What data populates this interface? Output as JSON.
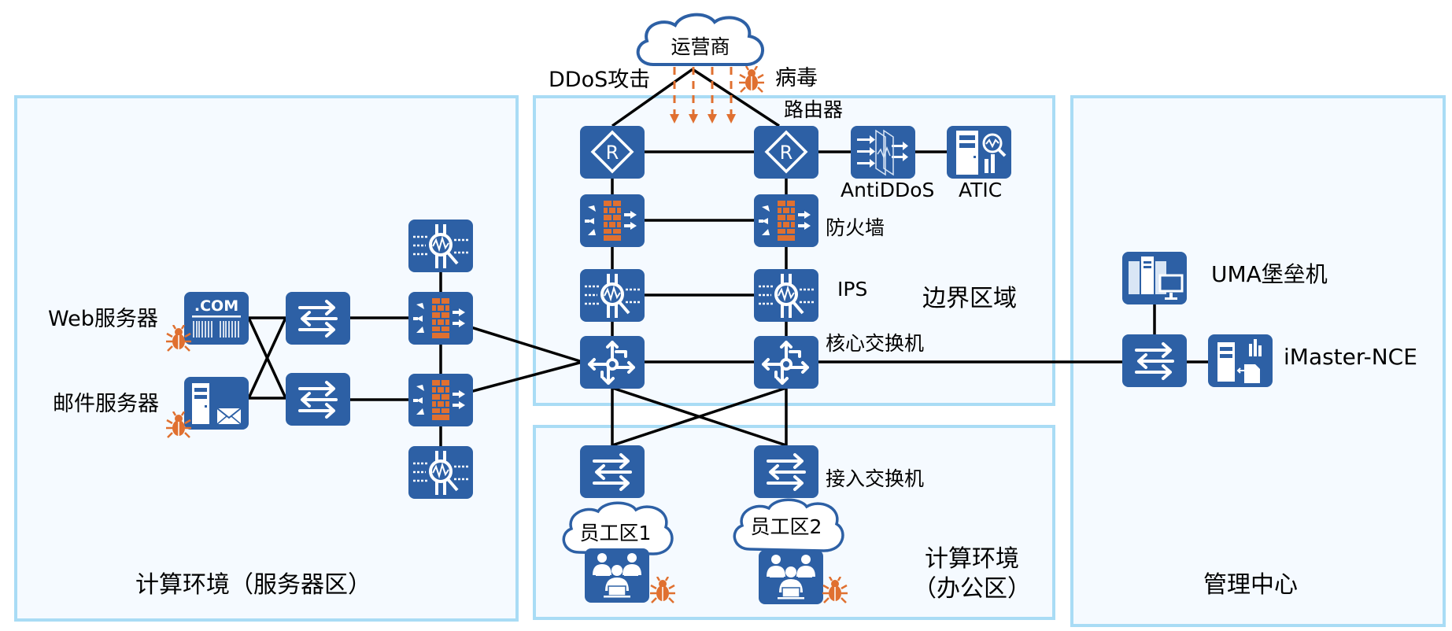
{
  "zones": {
    "server": {
      "label": "计算环境（服务器区）"
    },
    "border": {
      "label": "边界区域"
    },
    "office": {
      "label_line1": "计算环境",
      "label_line2": "（办公区）"
    },
    "management": {
      "label": "管理中心"
    }
  },
  "clouds": {
    "isp": "运营商",
    "staff1": "员工区1",
    "staff2": "员工区2"
  },
  "threats": {
    "ddos": "DDoS攻击",
    "virus": "病毒"
  },
  "device_labels": {
    "router": "路由器",
    "antiddos": "AntiDDoS",
    "atic": "ATIC",
    "firewall": "防火墙",
    "ips": "IPS",
    "core_switch": "核心交换机",
    "access_switch": "接入交换机",
    "web_server": "Web服务器",
    "mail_server": "邮件服务器",
    "uma": "UMA堡垒机",
    "imaster": "iMaster-NCE"
  },
  "icon_text": {
    "com": ".COM"
  },
  "colors": {
    "device": "#2d60a5",
    "zone_border": "#a9dcf5",
    "zone_fill": "#f5faff",
    "threat": "#e07030"
  }
}
